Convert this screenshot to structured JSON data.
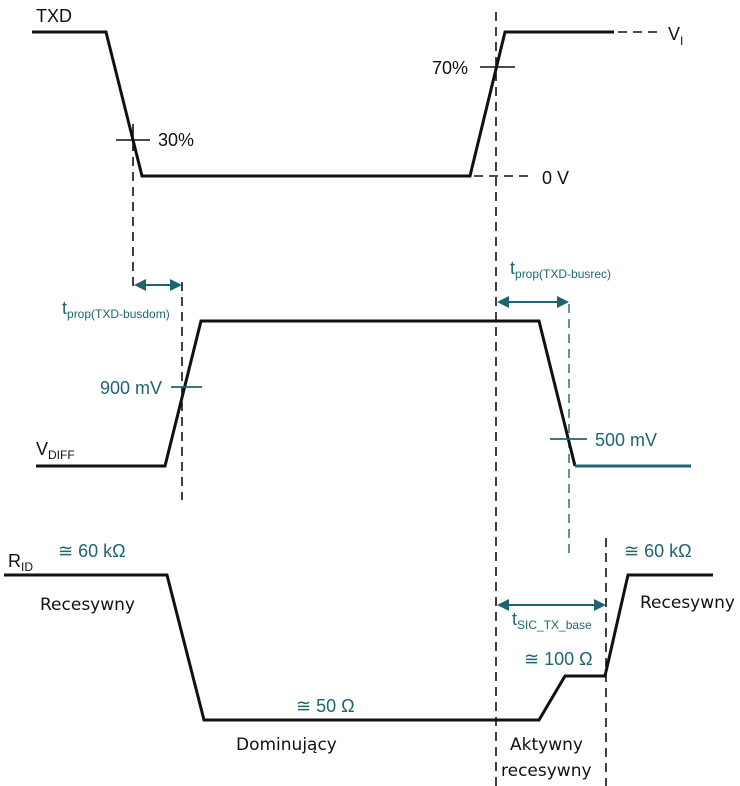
{
  "diagram": {
    "colors": {
      "line": "#111111",
      "accent": "#1f6570"
    },
    "signals": {
      "txd": {
        "label": "TXD"
      },
      "vdiff": {
        "label_main": "V",
        "label_sub": "DIFF"
      },
      "rid": {
        "label_main": "R",
        "label_sub": "ID"
      }
    },
    "txd_levels": {
      "high_main": "V",
      "high_sub": "I",
      "low": "0 V"
    },
    "thresholds": {
      "txd_fall": "30%",
      "txd_rise": "70%",
      "vdiff_rise": "900 mV",
      "vdiff_fall": "500 mV"
    },
    "timings": {
      "busdom": {
        "main": "t",
        "sub": "prop(TXD-busdom)"
      },
      "busrec": {
        "main": "t",
        "sub": "prop(TXD-busrec)"
      },
      "sic": {
        "main": "t",
        "sub": "SIC_TX_base"
      }
    },
    "resistances": {
      "recessive_left": "≅ 60 kΩ",
      "dominant": "≅ 50 Ω",
      "active_recessive": "≅ 100 Ω",
      "recessive_right": "≅ 60 kΩ"
    },
    "states": {
      "recessive_left": "Recesywny",
      "dominant": "Dominujący",
      "active_recessive_1": "Aktywny",
      "active_recessive_2": "recesywny",
      "recessive_right": "Recesywny"
    }
  }
}
